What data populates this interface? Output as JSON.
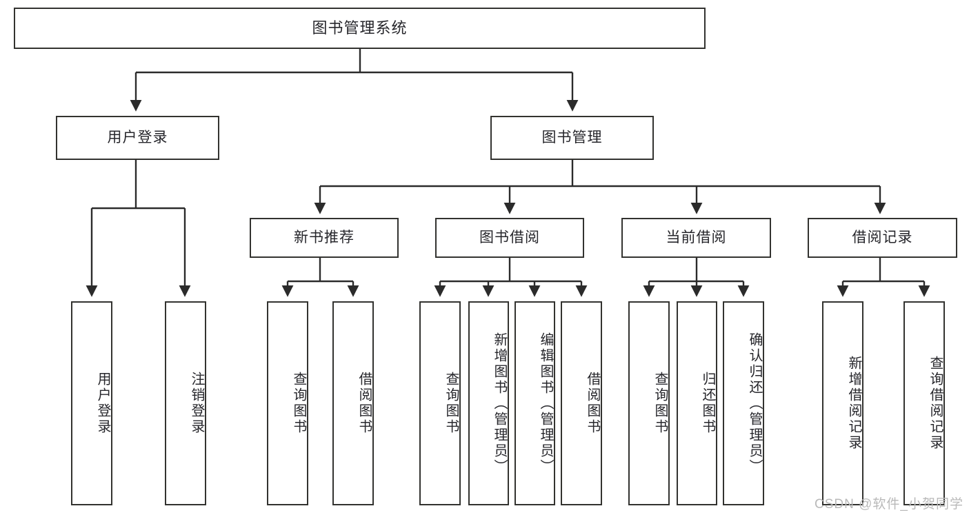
{
  "diagram": {
    "type": "tree",
    "title": "图书管理系统",
    "orientation": "top-down",
    "colors": {
      "box_border": "#32322f",
      "box_fill": "#ffffff",
      "line": "#2b2b2b",
      "text": "#26262b",
      "watermark": "#b9b9b9",
      "background": "#ffffff"
    },
    "root": {
      "label": "图书管理系统"
    },
    "level1": [
      {
        "label": "用户登录"
      },
      {
        "label": "图书管理"
      }
    ],
    "level2": [
      {
        "label": "新书推荐"
      },
      {
        "label": "图书借阅"
      },
      {
        "label": "当前借阅"
      },
      {
        "label": "借阅记录"
      }
    ],
    "leaves": {
      "user_login": [
        {
          "label": "用户登录"
        },
        {
          "label": "注销登录"
        }
      ],
      "new_book_recommend": [
        {
          "label": "查询图书"
        },
        {
          "label": "借阅图书"
        }
      ],
      "book_borrow": [
        {
          "label": "查询图书"
        },
        {
          "label": "新增图书（管理员）"
        },
        {
          "label": "编辑图书（管理员）"
        },
        {
          "label": "借阅图书"
        }
      ],
      "current_borrow": [
        {
          "label": "查询图书"
        },
        {
          "label": "归还图书"
        },
        {
          "label": "确认归还（管理员）"
        }
      ],
      "borrow_record": [
        {
          "label": "新增借阅记录"
        },
        {
          "label": "查询借阅记录"
        }
      ]
    }
  },
  "watermark": {
    "text": "CSDN @软件_小贺同学"
  }
}
